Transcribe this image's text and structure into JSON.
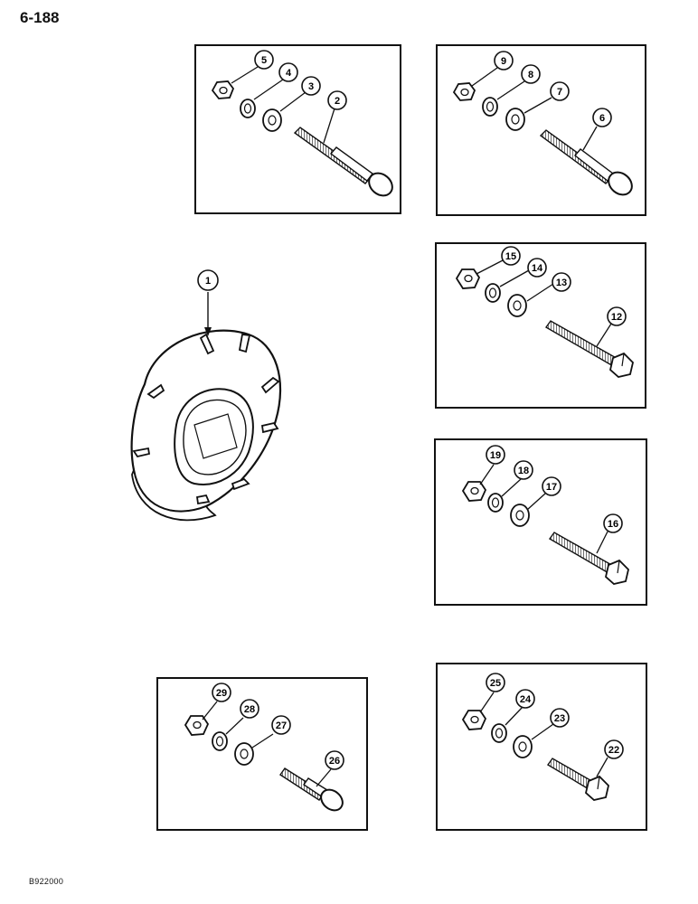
{
  "page": {
    "number": "6-188",
    "doc_code": "B922000"
  },
  "parts": {
    "p1": "1",
    "box_a": {
      "bolt": "2",
      "flat_washer": "3",
      "lock_washer": "4",
      "nut": "5"
    },
    "box_b": {
      "bolt": "6",
      "flat_washer": "7",
      "lock_washer": "8",
      "nut": "9"
    },
    "box_c": {
      "bolt": "12",
      "flat_washer": "13",
      "lock_washer": "14",
      "nut": "15"
    },
    "box_d": {
      "bolt": "16",
      "flat_washer": "17",
      "lock_washer": "18",
      "nut": "19"
    },
    "box_e": {
      "bolt": "22",
      "flat_washer": "23",
      "lock_washer": "24",
      "nut": "25"
    },
    "box_f": {
      "bolt": "26",
      "flat_washer": "27",
      "lock_washer": "28",
      "nut": "29"
    }
  },
  "colors": {
    "ink": "#111111",
    "paper": "#ffffff"
  }
}
